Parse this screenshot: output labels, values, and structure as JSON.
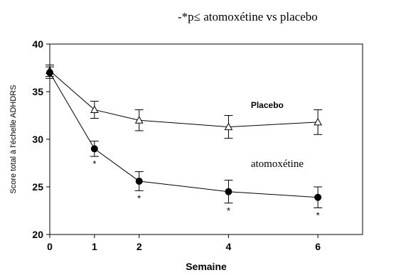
{
  "annotation": "-*p≤ atomoxétine vs placebo",
  "chart_data": {
    "type": "line",
    "xlabel": "Semaine",
    "ylabel": "Score total à l'échelle ADHDRS",
    "xlim": [
      0,
      7
    ],
    "ylim": [
      20,
      40
    ],
    "xticks": [
      0,
      1,
      2,
      4,
      6
    ],
    "yticks": [
      20,
      25,
      30,
      35,
      40
    ],
    "grid": false,
    "series": [
      {
        "name": "Placebo",
        "marker": "open-triangle",
        "x": [
          0,
          1,
          2,
          4,
          6
        ],
        "y": [
          37.2,
          33.1,
          32.0,
          31.3,
          31.8
        ],
        "err": [
          0.6,
          0.9,
          1.1,
          1.2,
          1.3
        ]
      },
      {
        "name": "atomoxétine",
        "marker": "filled-circle",
        "x": [
          0,
          1,
          2,
          4,
          6
        ],
        "y": [
          37.0,
          29.0,
          25.6,
          24.5,
          23.9
        ],
        "err": [
          0.6,
          0.8,
          1.0,
          1.2,
          1.1
        ]
      }
    ],
    "significance": {
      "symbol": "*",
      "x": [
        1,
        2,
        4,
        6
      ]
    }
  }
}
